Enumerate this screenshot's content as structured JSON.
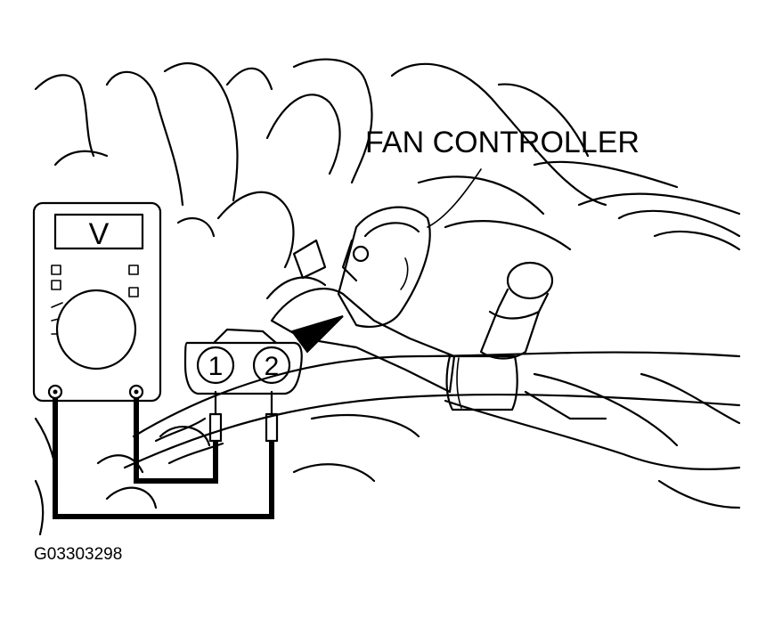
{
  "diagram": {
    "component_label": "FAN CONTROLLER",
    "figure_code": "G03303298",
    "meter_display": "V",
    "terminal_1": "1",
    "terminal_2": "2"
  },
  "colors": {
    "ink": "#000000",
    "paper": "#ffffff"
  }
}
